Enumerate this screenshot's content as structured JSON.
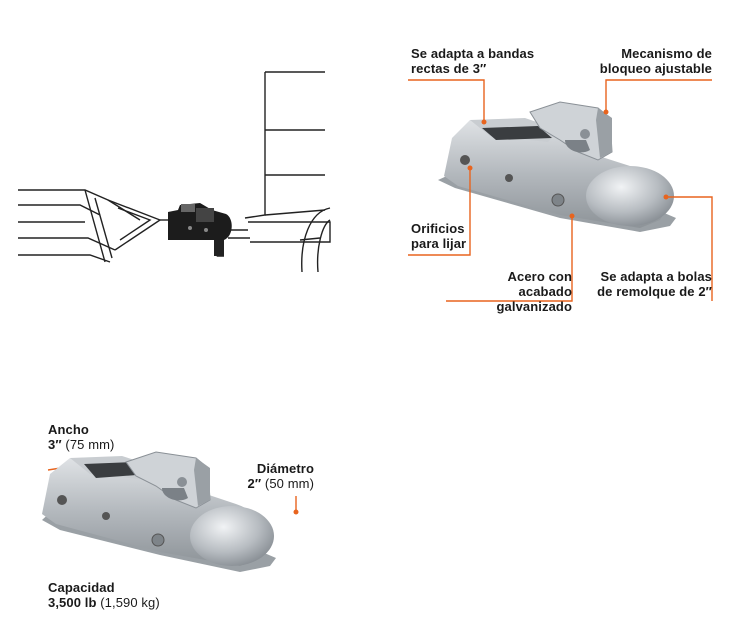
{
  "colors": {
    "accent": "#e8641e",
    "text": "#1a1a1a",
    "steel": "#b9bec3",
    "steel_dark": "#80868c"
  },
  "callouts": {
    "bandas": {
      "line1": "Se adapta a bandas",
      "line2": "rectas de 3″"
    },
    "mecanismo": {
      "line1": "Mecanismo de",
      "line2": "bloqueo ajustable"
    },
    "orificios": {
      "line1": "Orificios",
      "line2": "para lijar"
    },
    "acero": {
      "line1": "Acero con",
      "line2": "acabado galvanizado"
    },
    "bolas": {
      "line1": "Se adapta a bolas",
      "line2": "de remolque de 2″"
    }
  },
  "specs": {
    "ancho": {
      "label": "Ancho",
      "value": "3″",
      "metric": "(75 mm)"
    },
    "diametro": {
      "label": "Diámetro",
      "value": "2″",
      "metric": "(50 mm)"
    },
    "capacidad": {
      "label": "Capacidad",
      "value": "3,500 lb",
      "metric": "(1,590 kg)"
    }
  }
}
